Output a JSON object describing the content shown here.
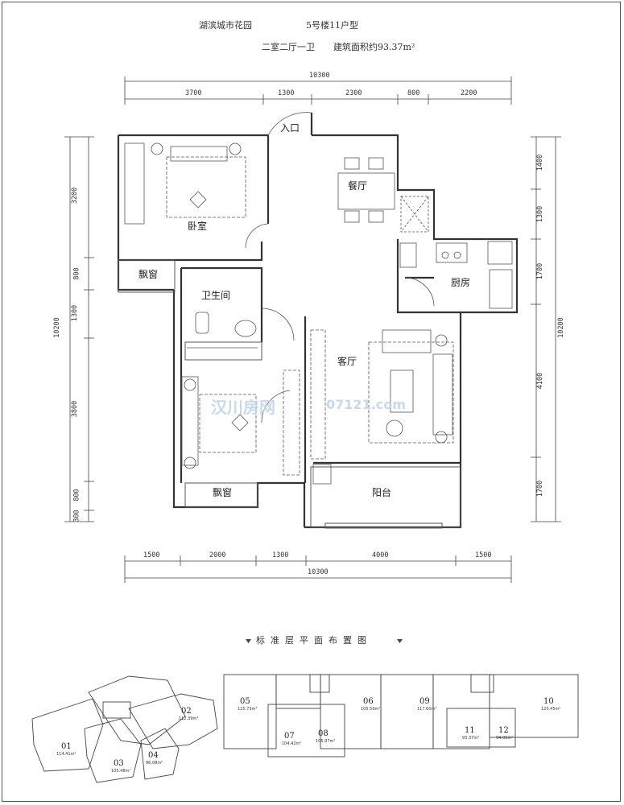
{
  "header": {
    "project": "湖滨城市花园",
    "unit_type": "5号楼11户型",
    "layout": "二室二厅一卫",
    "area": "建筑面积约93.37m²"
  },
  "dims_top": {
    "total": "10300",
    "segments": [
      "3700",
      "1300",
      "2300",
      "800",
      "2200"
    ]
  },
  "dims_bottom": {
    "total": "10300",
    "segments": [
      "1500",
      "2000",
      "1300",
      "4000",
      "1500"
    ]
  },
  "dims_left": {
    "total": "10200",
    "segments": [
      "3200",
      "800",
      "1300",
      "3800",
      "800",
      "300"
    ]
  },
  "dims_right": {
    "total": "10200",
    "segments": [
      "1400",
      "1300",
      "1700",
      "4100",
      "1700"
    ]
  },
  "rooms": {
    "entrance": "入口",
    "dining": "餐厅",
    "bedroom": "卧室",
    "bay_window_1": "飘窗",
    "kitchen": "厨房",
    "bathroom": "卫生间",
    "living": "客厅",
    "bay_window_2": "飘窗",
    "balcony": "阳台"
  },
  "watermark": {
    "cn": "汉川房网",
    "url": "07121.com"
  },
  "site_plan": {
    "caption": "标准层平面布置图",
    "units": [
      {
        "no": "01",
        "area": "114.41m²"
      },
      {
        "no": "02",
        "area": "112.39m²"
      },
      {
        "no": "03",
        "area": "105.48m²"
      },
      {
        "no": "04",
        "area": "96.08m²"
      },
      {
        "no": "05",
        "area": "125.73m²"
      },
      {
        "no": "06",
        "area": "105.59m²"
      },
      {
        "no": "07",
        "area": "104.42m²"
      },
      {
        "no": "08",
        "area": "105.97m²"
      },
      {
        "no": "09",
        "area": "117.60m²"
      },
      {
        "no": "10",
        "area": "120.45m²"
      },
      {
        "no": "11",
        "area": "93.37m²"
      },
      {
        "no": "12",
        "area": "94.06m²"
      }
    ]
  }
}
